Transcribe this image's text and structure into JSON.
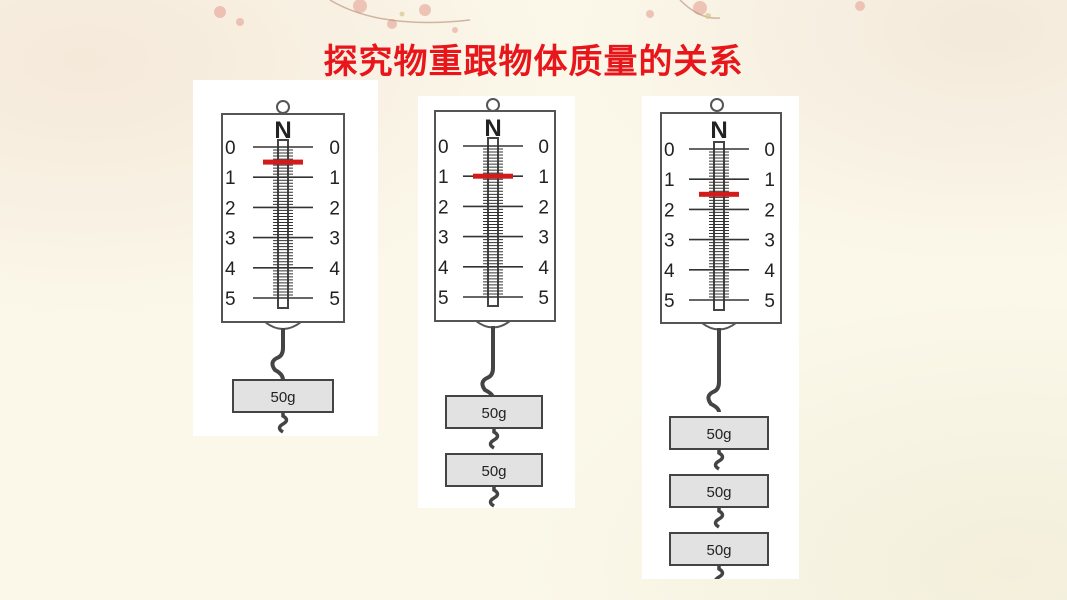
{
  "slide": {
    "title": "探究物重跟物体质量的关系"
  },
  "scale": {
    "unit": "N",
    "ticks": [
      "0",
      "1",
      "2",
      "3",
      "4",
      "5"
    ]
  },
  "colors": {
    "title": "#e8161a",
    "pointer": "#d21c1c"
  },
  "panels": [
    {
      "masses": [
        "50g"
      ],
      "reading_N": 0.5
    },
    {
      "masses": [
        "50g",
        "50g"
      ],
      "reading_N": 1.0
    },
    {
      "masses": [
        "50g",
        "50g",
        "50g"
      ],
      "reading_N": 1.5
    }
  ]
}
